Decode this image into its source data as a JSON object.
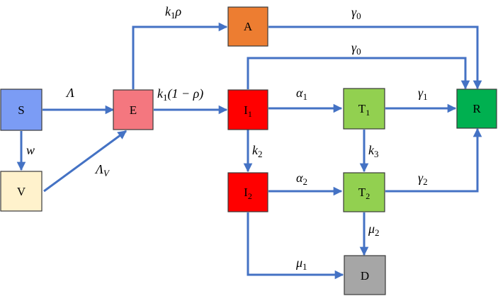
{
  "diagram": {
    "nodes": {
      "S": {
        "label": "S",
        "color": "#7b9cf5"
      },
      "V": {
        "label": "V",
        "color": "#fff2cc"
      },
      "E": {
        "label": "E",
        "color": "#f4777f"
      },
      "A": {
        "label": "A",
        "color": "#ed7d31"
      },
      "I1": {
        "label": "I",
        "sub": "1",
        "color": "#ff0000"
      },
      "I2": {
        "label": "I",
        "sub": "2",
        "color": "#ff0000"
      },
      "T1": {
        "label": "T",
        "sub": "1",
        "color": "#92d050"
      },
      "T2": {
        "label": "T",
        "sub": "2",
        "color": "#92d050"
      },
      "R": {
        "label": "R",
        "color": "#00b050"
      },
      "D": {
        "label": "D",
        "color": "#a6a6a6"
      }
    },
    "edges": {
      "S_E": {
        "base": "Λ"
      },
      "S_V": {
        "base": "w"
      },
      "V_E": {
        "base": "Λ",
        "sub": "V"
      },
      "E_A": {
        "base": "k",
        "sub": "1",
        "rest": "ρ"
      },
      "E_I1": {
        "base": "k",
        "sub": "1",
        "rest": "(1 − ρ)"
      },
      "A_R": {
        "base": "γ",
        "sub": "0"
      },
      "I1_R": {
        "base": "γ",
        "sub": "0"
      },
      "I1_T1": {
        "base": "α",
        "sub": "1"
      },
      "T1_R": {
        "base": "γ",
        "sub": "1"
      },
      "I1_I2": {
        "base": "k",
        "sub": "2"
      },
      "T1_T2": {
        "base": "k",
        "sub": "3"
      },
      "I2_T2": {
        "base": "α",
        "sub": "2"
      },
      "T2_R": {
        "base": "γ",
        "sub": "2"
      },
      "T2_D": {
        "base": "μ",
        "sub": "2"
      },
      "I2_D": {
        "base": "μ",
        "sub": "1"
      }
    },
    "edge_color": "#4472c4"
  }
}
